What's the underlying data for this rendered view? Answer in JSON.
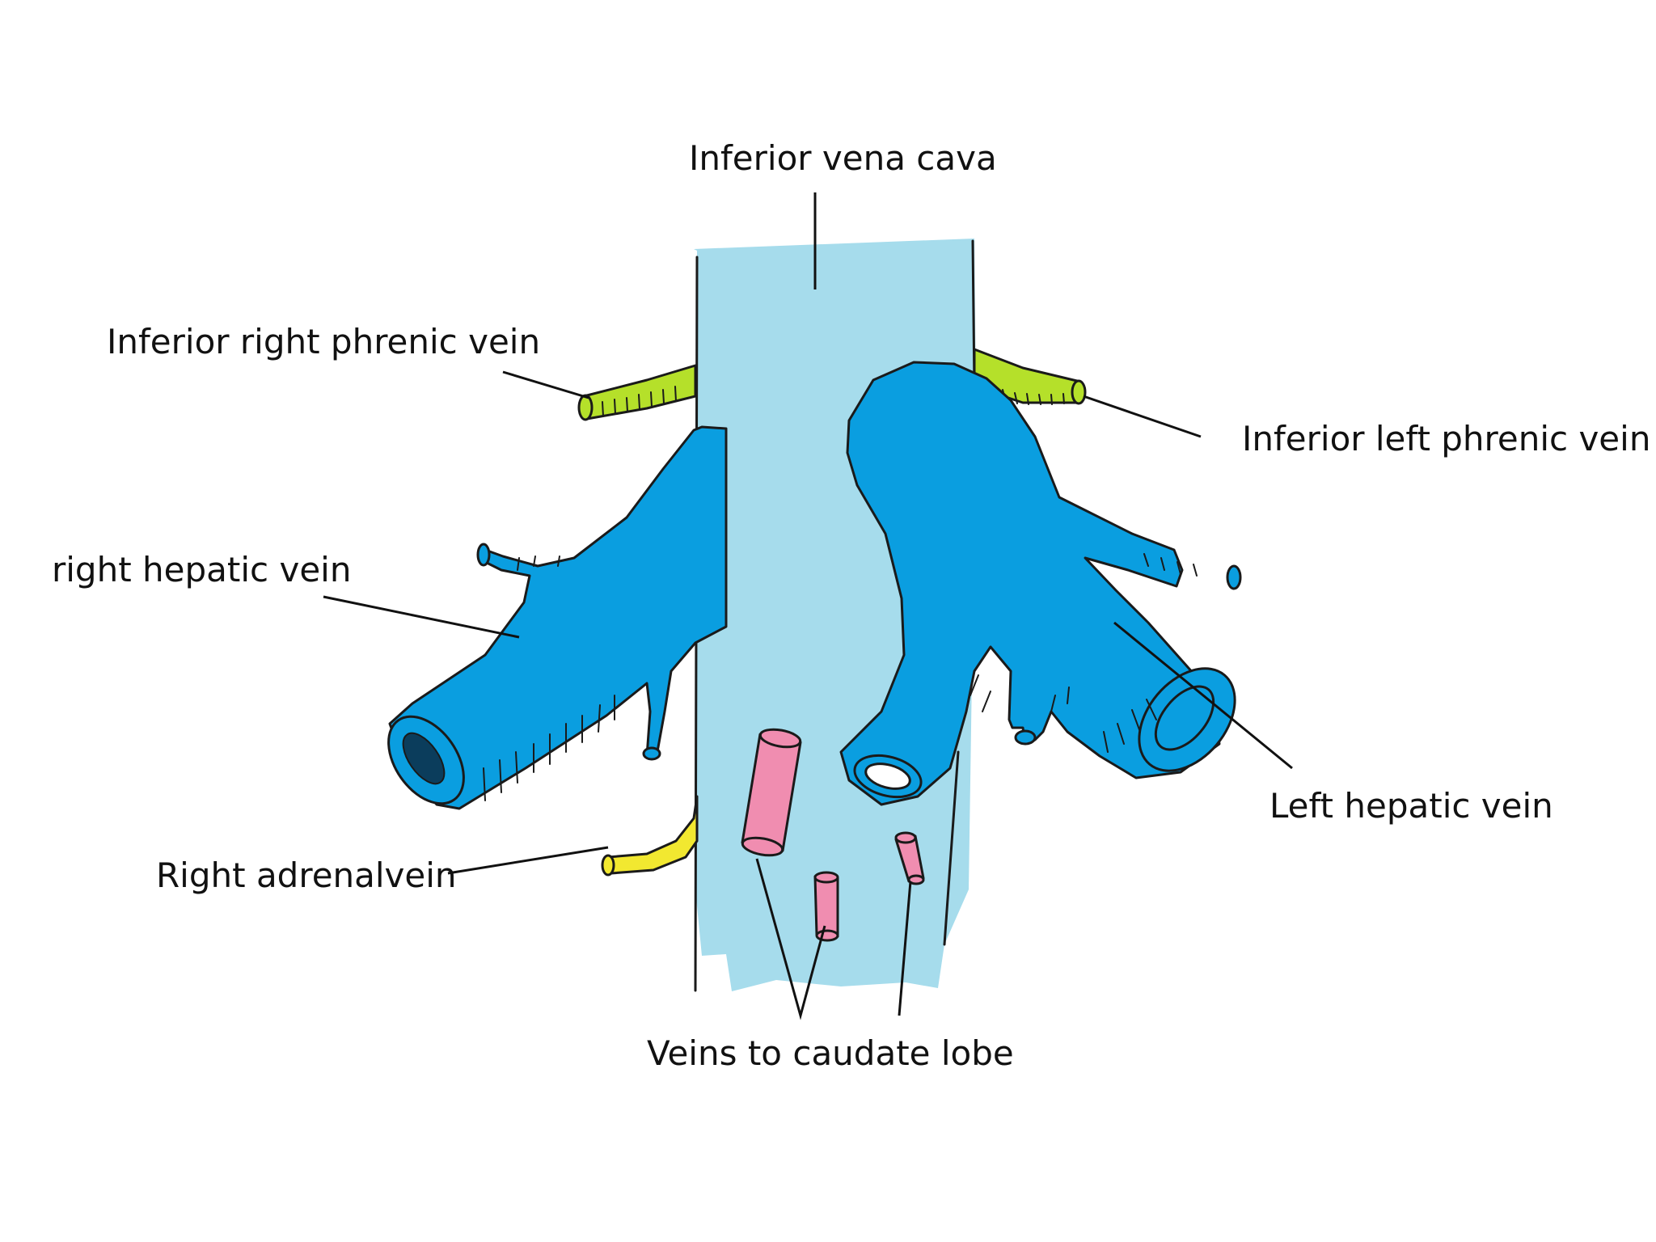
{
  "labels": {
    "ivc": "Inferior vena cava",
    "right_phrenic": "Inferior right phrenic vein",
    "left_phrenic": "Inferior left phrenic vein",
    "right_hepatic": "right hepatic vein",
    "left_hepatic": "Left hepatic vein",
    "right_adrenal": "Right adrenalvein",
    "caudate": "Veins to caudate lobe"
  },
  "colors": {
    "ivc": "#a6dcec",
    "hepatic": "#0a9ee0",
    "phrenic": "#b5e02a",
    "adrenal": "#f2e830",
    "caudate": "#f08db0"
  }
}
